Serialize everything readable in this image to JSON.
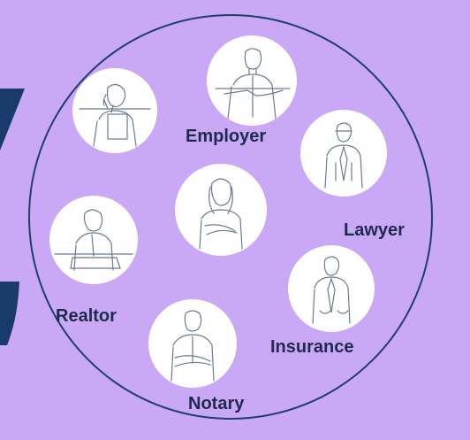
{
  "colors": {
    "background": "#c9a8f5",
    "accent_dark": "#183b6b",
    "circle_stroke": "#1f3f6b",
    "label": "#1f2a4f",
    "sketch_line": "#6b7a8f"
  },
  "professions": [
    {
      "key": "employer",
      "label": "Employer",
      "icon": "businessman-handshake-icon"
    },
    {
      "key": "lawyer",
      "label": "Lawyer",
      "icon": "man-in-suit-icon"
    },
    {
      "key": "insurance",
      "label": "Insurance",
      "icon": "man-standing-icon"
    },
    {
      "key": "notary",
      "label": "Notary",
      "icon": "man-arms-crossed-icon"
    },
    {
      "key": "realtor",
      "label": "Realtor",
      "icon": "man-writing-icon"
    }
  ],
  "unlabeled": [
    {
      "key": "phone-woman",
      "icon": "woman-on-phone-icon"
    },
    {
      "key": "center-woman",
      "icon": "woman-arms-crossed-icon"
    }
  ]
}
